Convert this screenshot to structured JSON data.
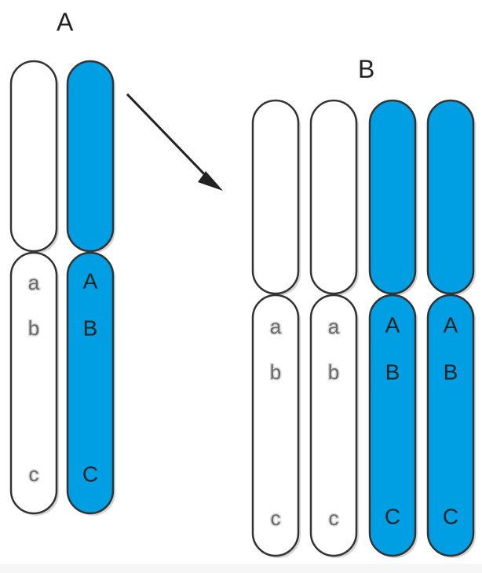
{
  "panels": {
    "a": {
      "label": "A"
    },
    "b": {
      "label": "B"
    }
  },
  "colors": {
    "blue": "#009fe3",
    "white": "#ffffff",
    "outline": "#333333",
    "shadow": "#d4d4d4",
    "text": "#222222"
  },
  "chromosomes": [
    {
      "panel": "A",
      "color": "white",
      "genes": [
        "a",
        "b",
        "c"
      ]
    },
    {
      "panel": "A",
      "color": "blue",
      "genes": [
        "A",
        "B",
        "C"
      ]
    },
    {
      "panel": "B",
      "color": "white",
      "genes": [
        "a",
        "b",
        "c"
      ]
    },
    {
      "panel": "B",
      "color": "white",
      "genes": [
        "a",
        "b",
        "c"
      ]
    },
    {
      "panel": "B",
      "color": "blue",
      "genes": [
        "A",
        "B",
        "C"
      ]
    },
    {
      "panel": "B",
      "color": "blue",
      "genes": [
        "A",
        "B",
        "C"
      ]
    }
  ],
  "arrow": {
    "direction": "A-to-B"
  }
}
